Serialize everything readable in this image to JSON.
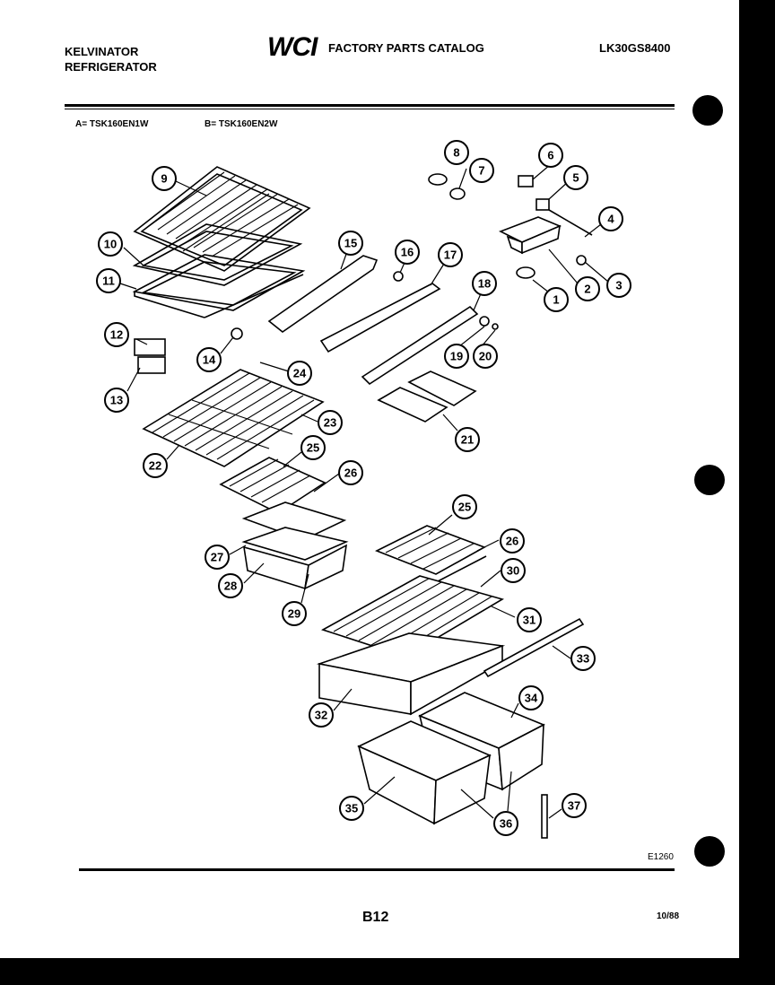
{
  "header": {
    "brand_line1": "KELVINATOR",
    "brand_line2": "REFRIGERATOR",
    "logo": "WCI",
    "catalog": "FACTORY PARTS CATALOG",
    "part_number": "LK30GS8400"
  },
  "models": {
    "a": "A= TSK160EN1W",
    "b": "B= TSK160EN2W"
  },
  "footer": {
    "drawing_code": "E1260",
    "page": "B12",
    "date": "10/88"
  },
  "callouts": [
    "1",
    "2",
    "3",
    "4",
    "5",
    "6",
    "7",
    "8",
    "9",
    "10",
    "11",
    "12",
    "13",
    "14",
    "15",
    "16",
    "17",
    "18",
    "19",
    "20",
    "21",
    "22",
    "23",
    "24",
    "25",
    "26",
    "27",
    "28",
    "29",
    "25",
    "26",
    "30",
    "31",
    "32",
    "33",
    "34",
    "35",
    "36",
    "37"
  ]
}
